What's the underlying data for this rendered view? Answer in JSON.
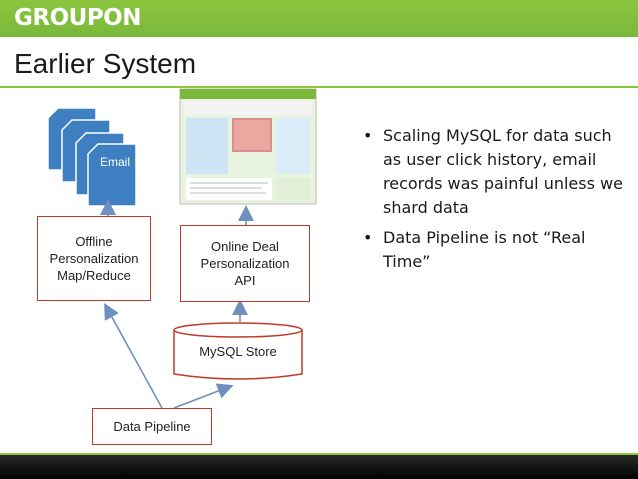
{
  "brand": {
    "logo": "GROUPON"
  },
  "slide": {
    "title": "Earlier System"
  },
  "diagram": {
    "email_label": "Email",
    "offline_box": [
      "Offline",
      "Personalization",
      "Map/Reduce"
    ],
    "online_box": [
      "Online Deal",
      "Personalization",
      "API"
    ],
    "mysql_label": "MySQL Store",
    "pipeline_label": "Data Pipeline"
  },
  "bullets": [
    "Scaling MySQL for data such as user click history, email records was painful unless we shard data",
    "Data Pipeline is not “Real Time”"
  ],
  "colors": {
    "brand_green": "#8cc63f",
    "box_border": "#c0392b",
    "email_blue": "#3d7fc1",
    "arrow": "#6f8fbf"
  }
}
